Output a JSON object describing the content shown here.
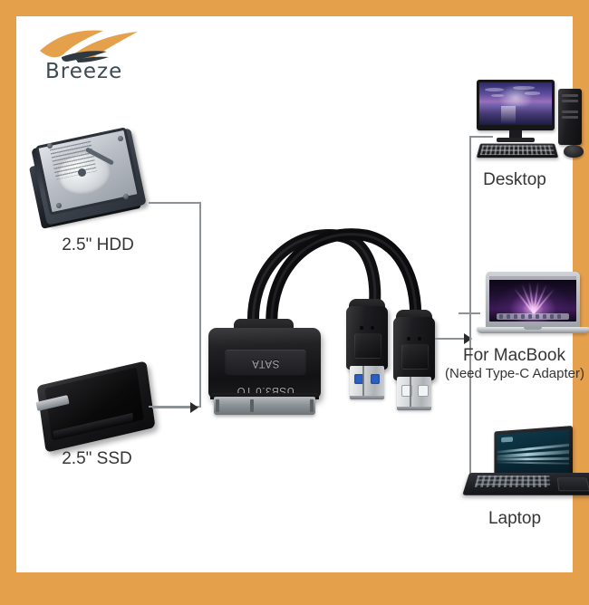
{
  "frame": {
    "border_color": "#e5a04c",
    "background": "#ffffff"
  },
  "brand": {
    "name": "Breeze",
    "logo_icon": "bird-wing-logo",
    "logo_color": "#e5a04c",
    "text_color": "#3c4a52"
  },
  "sources": [
    {
      "id": "hdd",
      "label": "2.5\" HDD",
      "icon": "hard-disk-drive-icon"
    },
    {
      "id": "ssd",
      "label": "2.5\" SSD",
      "icon": "solid-state-drive-icon"
    }
  ],
  "adapter": {
    "print_text": "USB3.0 TO SATA",
    "print_orientation": "rotated-180",
    "sata_connector": "sata-connector",
    "cable_count": 2,
    "connectors": [
      {
        "id": "usb3",
        "type": "USB 3.0",
        "pin_color": "#2b5fc4"
      },
      {
        "id": "usb2",
        "type": "USB 2.0",
        "pin_color": "#f2f3f4"
      }
    ]
  },
  "targets": [
    {
      "id": "desktop",
      "label": "Desktop",
      "sub_label": "",
      "icon": "desktop-computer-icon"
    },
    {
      "id": "macbook",
      "label": "For MacBook",
      "sub_label": "(Need Type-C Adapter)",
      "icon": "macbook-laptop-icon"
    },
    {
      "id": "laptop",
      "label": "Laptop",
      "sub_label": "",
      "icon": "laptop-computer-icon"
    }
  ],
  "connectors_ui": {
    "left_bracket_name": "input-bracket",
    "right_bracket_name": "output-bracket",
    "arrow_icon": "arrow-right-icon",
    "line_color": "#8d9296",
    "arrow_color": "#2b2b2b"
  }
}
